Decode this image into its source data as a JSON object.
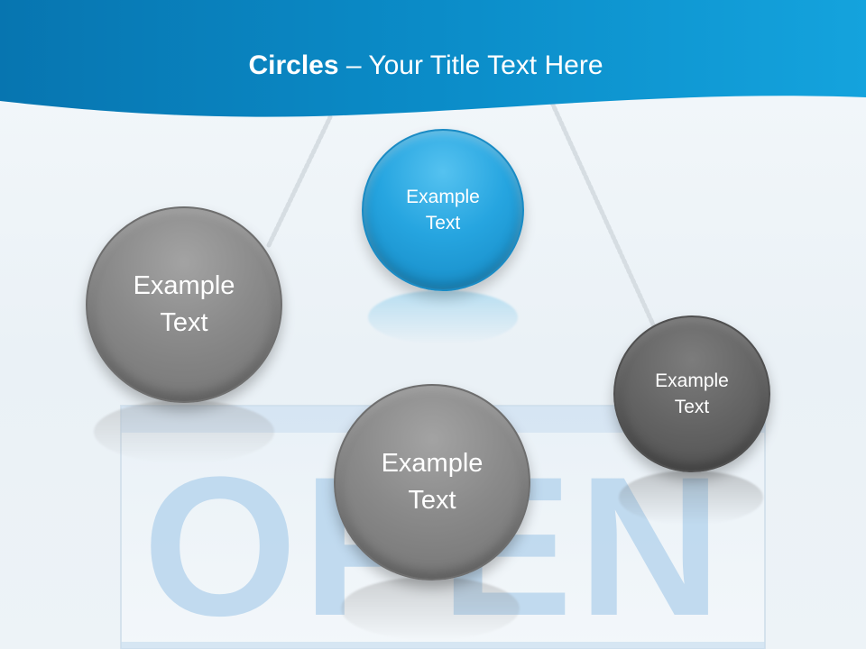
{
  "slide": {
    "title_bold": "Circles",
    "title_rest": " – Your Title Text Here",
    "background_word": "OPEN"
  },
  "circles": {
    "top_blue": {
      "line1": "Example",
      "line2": "Text",
      "color": "#1e9fdc"
    },
    "left_gray": {
      "line1": "Example",
      "line2": "Text",
      "color": "#8c8c8c"
    },
    "center_gray": {
      "line1": "Example",
      "line2": "Text",
      "color": "#7a7a7a"
    },
    "right_dark": {
      "line1": "Example",
      "line2": "Text",
      "color": "#626262"
    }
  },
  "colors": {
    "header_blue": "#0a86c4",
    "sign_blue": "#bcd8ee"
  }
}
